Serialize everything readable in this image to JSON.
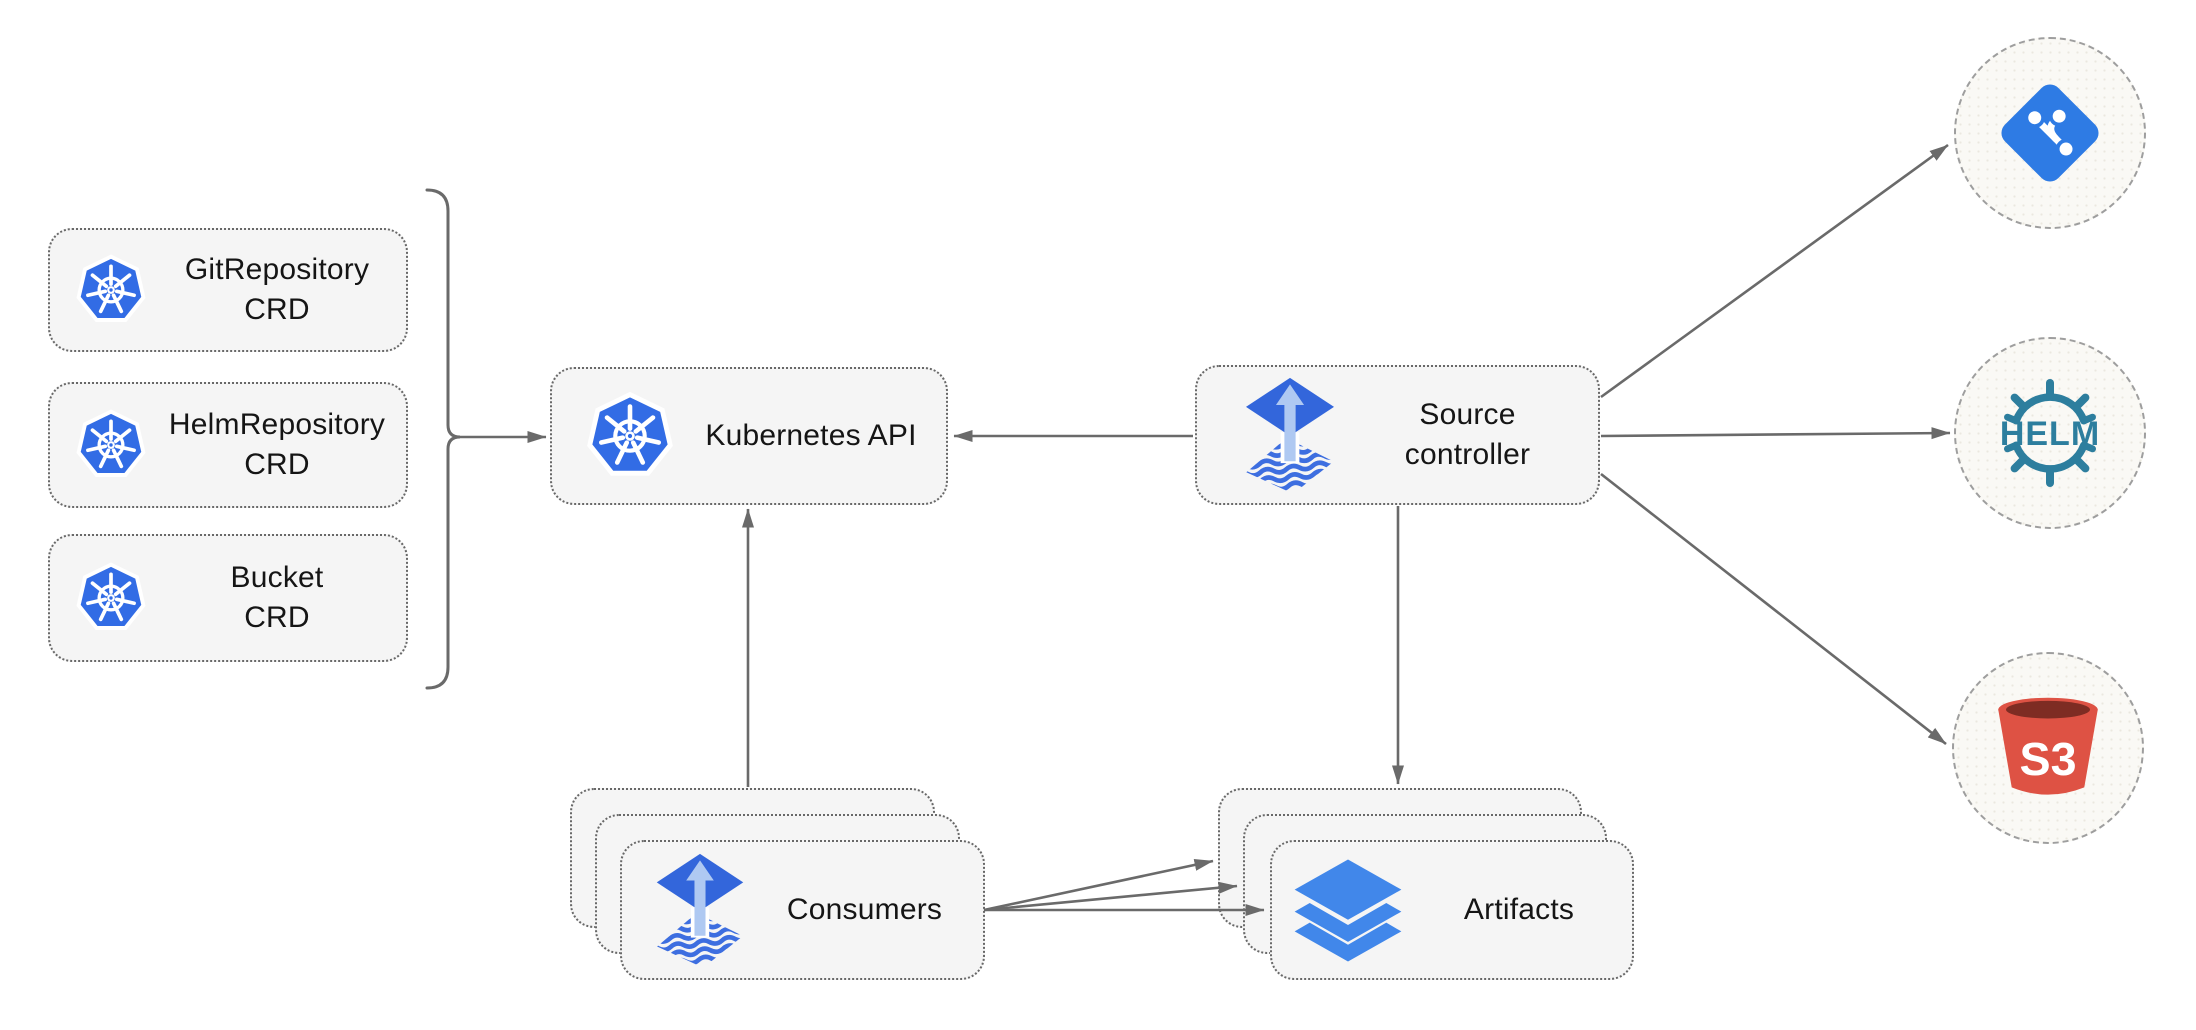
{
  "diagram": {
    "crd_nodes": [
      {
        "line1": "GitRepository",
        "line2": "CRD"
      },
      {
        "line1": "HelmRepository",
        "line2": "CRD"
      },
      {
        "line1": "Bucket",
        "line2": "CRD"
      }
    ],
    "kubernetes_api_label": "Kubernetes API",
    "source_controller": {
      "line1": "Source",
      "line2": "controller"
    },
    "consumers_label": "Consumers",
    "artifacts_label": "Artifacts",
    "helm_logo_text": "HELM",
    "s3_logo_text": "S3"
  },
  "colors": {
    "kubernetes_blue": "#326CE5",
    "flux_blue": "#3366DB",
    "flux_arrow_light": "#AFC9F2",
    "flux_wave_blue": "#3D6EE0",
    "layers_blue": "#4187EA",
    "git_blue": "#2E7BE4",
    "helm_teal": "#2D7E9E",
    "s3_red": "#DE5244",
    "s3_dark_red": "#7E2C23",
    "arrow_gray": "#6A6A6A",
    "node_fill": "#F5F5F5",
    "node_border": "#686868",
    "circle_fill": "#FAF9F5",
    "circle_border": "#9E9E9E"
  }
}
